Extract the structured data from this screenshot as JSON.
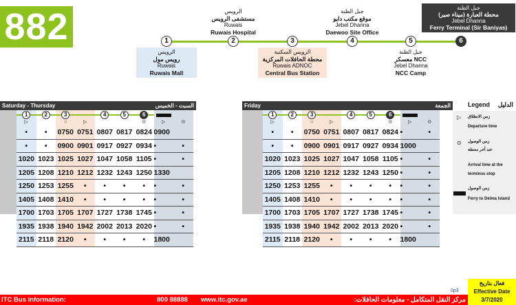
{
  "route": "882",
  "stops": [
    {
      "n": "1",
      "ar_area": "الرويس",
      "ar": "رويس مول",
      "en_area": "Ruwais",
      "en": "Ruwais Mall"
    },
    {
      "n": "2",
      "ar_area": "الرويس",
      "ar": "مستشفى الرويس",
      "en_area": "Ruwais",
      "en": "Ruwais Hospital"
    },
    {
      "n": "3",
      "ar_area": "الرويس السكنية",
      "ar": "محطة الحافلات المركزية",
      "en_area": "Ruwais ADNOC",
      "en": "Central Bus Station"
    },
    {
      "n": "4",
      "ar_area": "جبل الظنة",
      "ar": "موقع مكتب دايو",
      "en_area": "Jebel Dhanna",
      "en": "Daewoo Site Office"
    },
    {
      "n": "5",
      "ar_area": "جبل الظنة",
      "ar": "معسكر NCC",
      "en_area": "Jebel Dhanna",
      "en": "NCC Camp"
    },
    {
      "n": "6",
      "ar_area": "جبل الظنة",
      "ar": "محطة العبارة (ميناء صير)",
      "en_area": "Jebel Dhanna",
      "en": "Ferry Terminal (Sir Baniyas)"
    }
  ],
  "symbols": [
    "▷",
    "",
    "○",
    "▷",
    "",
    "",
    "⊙",
    "▷",
    "⊙"
  ],
  "weekday": {
    "title_en": "Saturday - Thursday",
    "title_ar": "السبت - الخميس",
    "rows": [
      [
        "•",
        "•",
        "0750",
        "0751",
        "0807",
        "0817",
        "0824",
        "0900",
        ""
      ],
      [
        "•",
        "•",
        "0900",
        "0901",
        "0917",
        "0927",
        "0934",
        "•",
        "•"
      ],
      [
        "1020",
        "1023",
        "1025",
        "1027",
        "1047",
        "1058",
        "1105",
        "•",
        "•"
      ],
      [
        "1205",
        "1208",
        "1210",
        "1212",
        "1232",
        "1243",
        "1250",
        "1330",
        ""
      ],
      [
        "1250",
        "1253",
        "1255",
        "•",
        "•",
        "•",
        "•",
        "•",
        "•"
      ],
      [
        "1405",
        "1408",
        "1410",
        "•",
        "•",
        "•",
        "•",
        "•",
        "•"
      ],
      [
        "1700",
        "1703",
        "1705",
        "1707",
        "1727",
        "1738",
        "1745",
        "•",
        "•"
      ],
      [
        "1935",
        "1938",
        "1940",
        "1942",
        "2002",
        "2013",
        "2020",
        "•",
        "•"
      ],
      [
        "2115",
        "2118",
        "2120",
        "•",
        "•",
        "•",
        "•",
        "1800",
        ""
      ]
    ]
  },
  "friday": {
    "title_en": "Friday",
    "title_ar": "الجمعة",
    "rows": [
      [
        "•",
        "•",
        "0750",
        "0751",
        "0807",
        "0817",
        "0824",
        "•",
        "•"
      ],
      [
        "•",
        "•",
        "0900",
        "0901",
        "0917",
        "0927",
        "0934",
        "1000",
        ""
      ],
      [
        "1020",
        "1023",
        "1025",
        "1027",
        "1047",
        "1058",
        "1105",
        "•",
        "•"
      ],
      [
        "1205",
        "1208",
        "1210",
        "1212",
        "1232",
        "1243",
        "1250",
        "•",
        "•"
      ],
      [
        "1250",
        "1253",
        "1255",
        "•",
        "•",
        "•",
        "•",
        "•",
        "•"
      ],
      [
        "1405",
        "1408",
        "1410",
        "•",
        "•",
        "•",
        "•",
        "•",
        "•"
      ],
      [
        "1700",
        "1703",
        "1705",
        "1707",
        "1727",
        "1738",
        "1745",
        "•",
        "•"
      ],
      [
        "1935",
        "1938",
        "1940",
        "1942",
        "2002",
        "2013",
        "2020",
        "•",
        "•"
      ],
      [
        "2115",
        "2118",
        "2120",
        "•",
        "•",
        "•",
        "•",
        "1800",
        ""
      ]
    ]
  },
  "legend": {
    "title_en": "Legend",
    "title_ar": "الدليل",
    "dep_ar": "زمن الانطلاق",
    "dep_en": "Departure time",
    "arr_ar": "زمن الوصول",
    "arr_ar2": "عند آخر محطة",
    "arr_en1": "Arrival time at the",
    "arr_en2": "terminus stop",
    "ferry_ar": "زمن الوصول",
    "ferry_en": "Ferry to Delma Island"
  },
  "footer": {
    "info": "ITC Bus Information:",
    "phone": "800 88888",
    "web": "www.itc.gov.ae",
    "ar": "مركز النقل المتكامل - معلومات الحافلات:",
    "code": "0p3"
  },
  "effective": {
    "ar": "فعال بتاريخ",
    "en": "Effective Date",
    "date": "3/7/2020"
  }
}
